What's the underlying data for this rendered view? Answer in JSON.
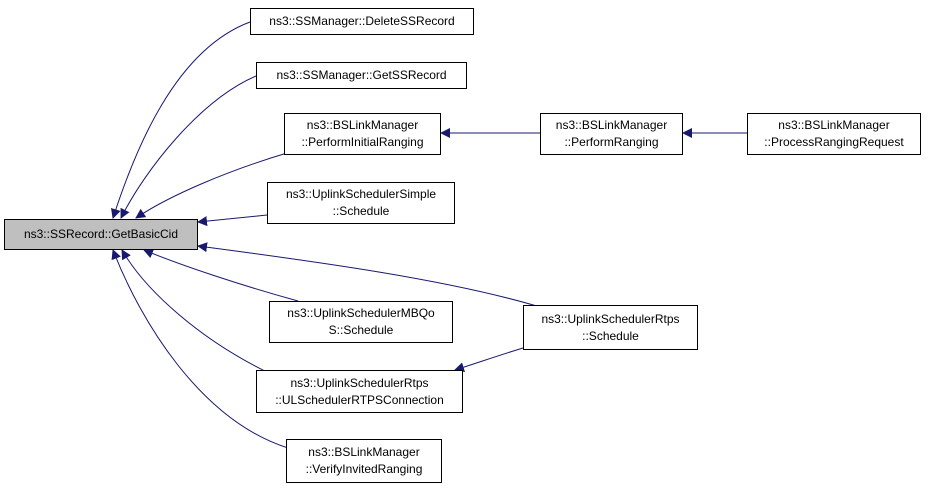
{
  "colors": {
    "edge": "#191970",
    "root_fill": "#bfbfbf",
    "node_fill": "#ffffff",
    "border": "#000000"
  },
  "nodes": {
    "root": {
      "lines": [
        "ns3::SSRecord::GetBasicCid"
      ]
    },
    "delete_ss_record": {
      "lines": [
        "ns3::SSManager::DeleteSSRecord"
      ]
    },
    "get_ss_record": {
      "lines": [
        "ns3::SSManager::GetSSRecord"
      ]
    },
    "perform_initial_ranging": {
      "lines": [
        "ns3::BSLinkManager",
        "::PerformInitialRanging"
      ]
    },
    "perform_ranging": {
      "lines": [
        "ns3::BSLinkManager",
        "::PerformRanging"
      ]
    },
    "process_ranging_request": {
      "lines": [
        "ns3::BSLinkManager",
        "::ProcessRangingRequest"
      ]
    },
    "simple_schedule": {
      "lines": [
        "ns3::UplinkSchedulerSimple",
        "::Schedule"
      ]
    },
    "mbqos_schedule": {
      "lines": [
        "ns3::UplinkSchedulerMBQo",
        "S::Schedule"
      ]
    },
    "rtps_schedule": {
      "lines": [
        "ns3::UplinkSchedulerRtps",
        "::Schedule"
      ]
    },
    "rtps_connection": {
      "lines": [
        "ns3::UplinkSchedulerRtps",
        "::ULSchedulerRTPSConnection"
      ]
    },
    "verify_invited_ranging": {
      "lines": [
        "ns3::BSLinkManager",
        "::VerifyInvitedRanging"
      ]
    }
  }
}
